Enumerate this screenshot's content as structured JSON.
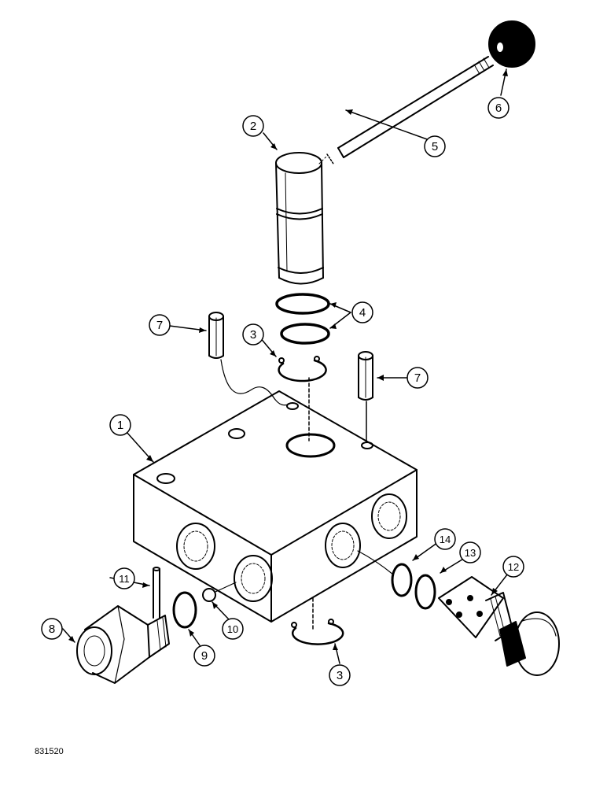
{
  "figure_id": "831520",
  "callouts": {
    "c1": "1",
    "c2": "2",
    "c3a": "3",
    "c3b": "3",
    "c4": "4",
    "c5": "5",
    "c6": "6",
    "c7a": "7",
    "c7b": "7",
    "c8": "8",
    "c9": "9",
    "c10": "10",
    "c11": "11",
    "c12": "12",
    "c13": "13",
    "c14": "14"
  },
  "colors": {
    "line": "#000000",
    "paper": "#ffffff",
    "knob": "#000000"
  }
}
